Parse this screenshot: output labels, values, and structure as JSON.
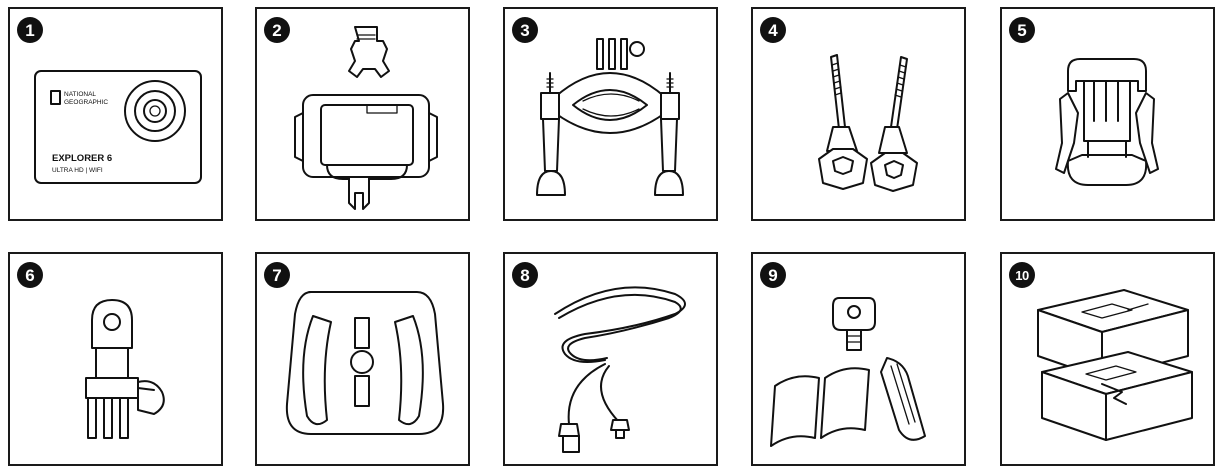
{
  "items": [
    {
      "number": "1"
    },
    {
      "number": "2"
    },
    {
      "number": "3"
    },
    {
      "number": "4"
    },
    {
      "number": "5"
    },
    {
      "number": "6"
    },
    {
      "number": "7"
    },
    {
      "number": "8"
    },
    {
      "number": "9"
    },
    {
      "number": "10"
    }
  ],
  "camera": {
    "brand_line1": "NATIONAL",
    "brand_line2": "GEOGRAPHIC",
    "model": "EXPLORER 6",
    "specs": "ULTRA HD | WIFI"
  }
}
